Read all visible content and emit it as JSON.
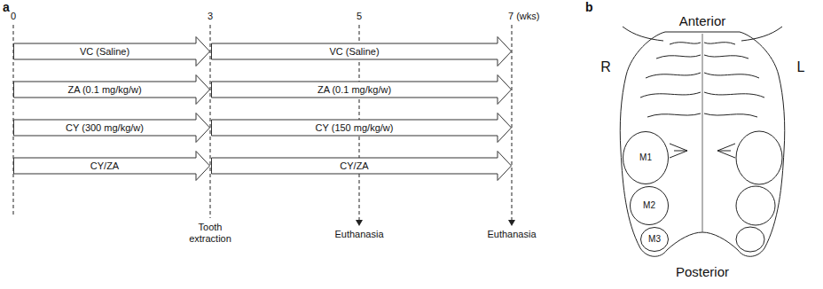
{
  "diagram": {
    "nodes": [
      {
        "text": [
          "VC (Saline)"
        ]
      },
      {
        "text": [
          "VC (Saline)"
        ]
      },
      {
        "text": [
          "ZA (0.1 mg/kg/w)"
        ]
      },
      {
        "text": [
          "ZA (0.1 mg/kg/w)"
        ]
      },
      {
        "text": [
          "CY (300 mg/kg/w)"
        ]
      },
      {
        "text": [
          "CY (150 mg/kg/w)"
        ]
      },
      {
        "text": [
          "CY/ZA"
        ]
      },
      {
        "text": [
          "CY/ZA"
        ]
      },
      {
        "text": [
          "M1"
        ]
      },
      {
        "text": [
          "M2"
        ]
      },
      {
        "text": [
          "M3"
        ]
      }
    ],
    "labels": [
      "a",
      "0",
      "3",
      "5",
      "7 (wks)",
      "Tooth extraction",
      "Euthanasia",
      "Euthanasia",
      "b",
      "Anterior",
      "R",
      "L",
      "Posterior"
    ]
  }
}
